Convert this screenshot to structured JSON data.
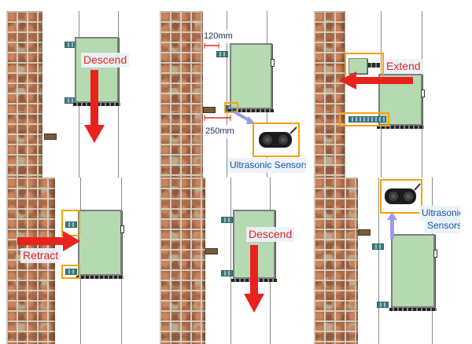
{
  "panels": {
    "p1": {
      "action": "Descend"
    },
    "p2": {
      "dim_top": "120mm",
      "dim_bottom": "250mm",
      "sensor_label": "Ultrasonic Sensors"
    },
    "p3": {
      "action": "Extend"
    },
    "p4": {
      "action": "Retract"
    },
    "p5": {
      "action": "Descend"
    },
    "p6": {
      "sensor_label_line1": "Ultrasonic",
      "sensor_label_line2": "Sensors"
    }
  },
  "colors": {
    "action_arrow": "#e8231e",
    "highlight_frame": "#f2a20f",
    "sensor_pointer": "#9a9ce6",
    "enclosure": "#b5d9b0"
  }
}
